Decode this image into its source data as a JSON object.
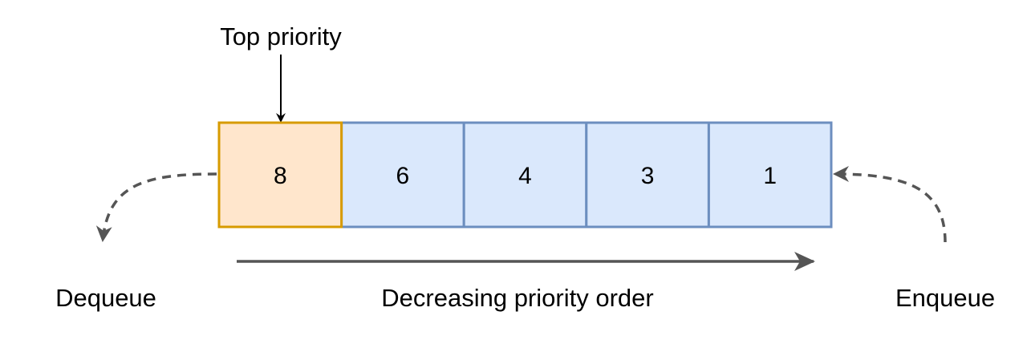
{
  "labels": {
    "top_priority": "Top priority",
    "dequeue": "Dequeue",
    "enqueue": "Enqueue",
    "order": "Decreasing priority order"
  },
  "queue": {
    "items": [
      {
        "value": "8",
        "highlight": true
      },
      {
        "value": "6",
        "highlight": false
      },
      {
        "value": "4",
        "highlight": false
      },
      {
        "value": "3",
        "highlight": false
      },
      {
        "value": "1",
        "highlight": false
      }
    ]
  },
  "colors": {
    "highlight_fill": "#ffe6cc",
    "highlight_stroke": "#d79b00",
    "cell_fill": "#dae8fc",
    "cell_stroke": "#6c8ebf",
    "arrow": "#555555",
    "pointer": "#000000"
  }
}
